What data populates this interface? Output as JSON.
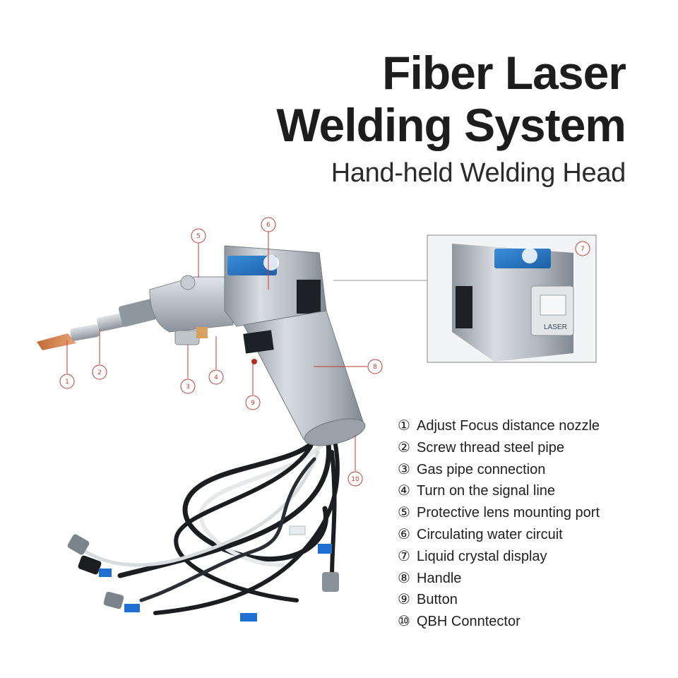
{
  "title_line1": "Fiber Laser",
  "title_line2": "Welding System",
  "subtitle": "Hand-held Welding Head",
  "callouts": [
    "1",
    "2",
    "3",
    "4",
    "5",
    "6",
    "7",
    "8",
    "9",
    "10"
  ],
  "brand_logo_text": "LASER",
  "features": [
    {
      "num": "①",
      "label": "Adjust Focus distance nozzle"
    },
    {
      "num": "②",
      "label": "Screw thread steel pipe"
    },
    {
      "num": "③",
      "label": "Gas pipe connection"
    },
    {
      "num": "④",
      "label": "Turn on the signal line"
    },
    {
      "num": "⑤",
      "label": "Protective lens mounting port"
    },
    {
      "num": "⑥",
      "label": "Circulating water circuit"
    },
    {
      "num": "⑦",
      "label": "Liquid crystal display"
    },
    {
      "num": "⑧",
      "label": "Handle"
    },
    {
      "num": "⑨",
      "label": "Button"
    },
    {
      "num": "⑩",
      "label": "QBH Conntector"
    }
  ],
  "colors": {
    "accent": "#c23a30",
    "text": "#1d1d1d",
    "metal": "#a9b0b7",
    "cable": "#1b1d20"
  }
}
